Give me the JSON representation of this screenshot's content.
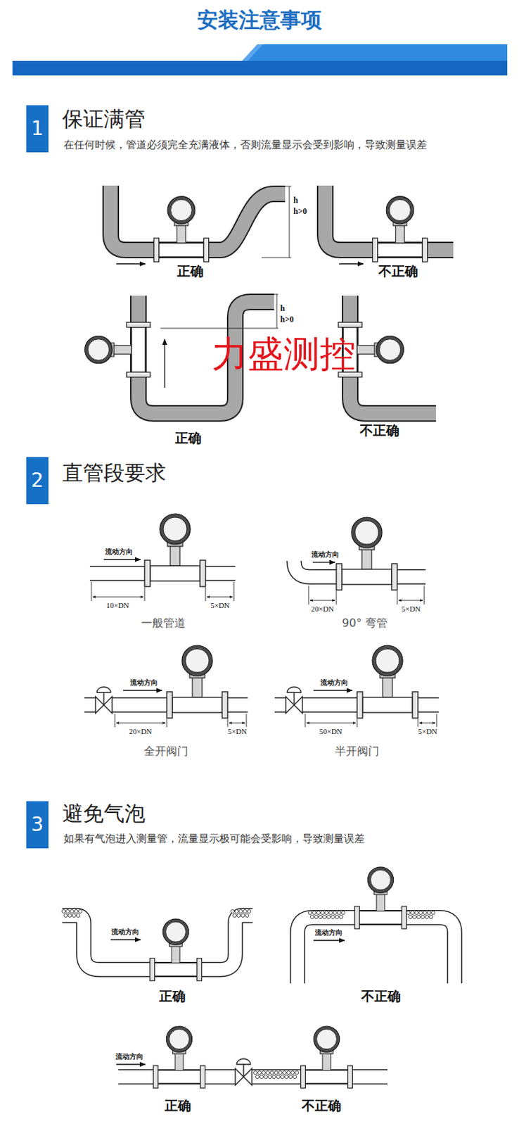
{
  "diagram": {
    "title": "安装注意事项",
    "nodes": [
      {
        "text": [
          "1",
          "保证满管",
          "在任何时候，管道必须完全充满液体，否则流量显示会受到影响，导致测量误差"
        ]
      },
      {
        "text": [
          "2",
          "直管段要求"
        ]
      },
      {
        "text": [
          "3",
          "避免气泡",
          "如果有气泡进入测量管，流量显示极可能会受影响，导致测量误差"
        ]
      }
    ],
    "labels": [
      "h",
      "h>0",
      "正确",
      "不正确",
      "h",
      "h>0",
      "力盛测控",
      "正确",
      "不正确",
      "流动方向",
      "10×DN",
      "5×DN",
      "一般管道",
      "流动方向",
      "20×DN",
      "5×DN",
      "90° 弯管",
      "流动方向",
      "20×DN",
      "5×DN",
      "全开阀门",
      "流动方向",
      "50×DN",
      "5×DN",
      "半开阀门",
      "流动方向",
      "正确",
      "流动方向",
      "不正确",
      "流动方向",
      "正确",
      "不正确"
    ]
  }
}
